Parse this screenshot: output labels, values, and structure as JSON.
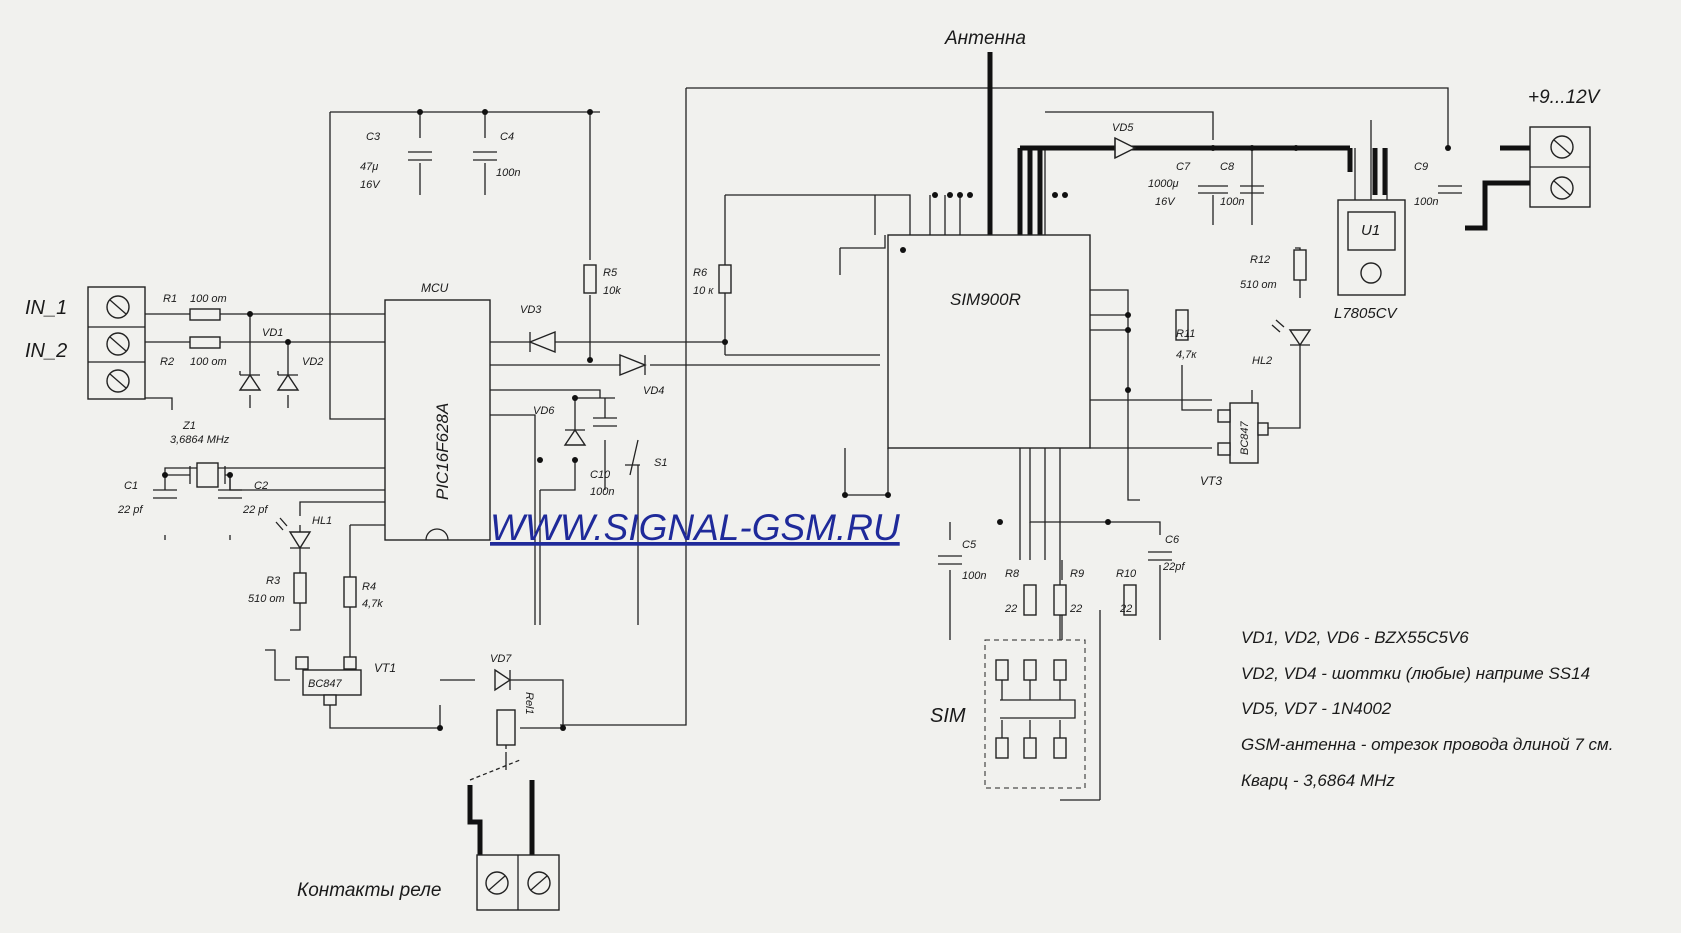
{
  "title_antenna": "Антенна",
  "power_label": "+9...12V",
  "inputs": {
    "in1": "IN_1",
    "in2": "IN_2"
  },
  "relay_contacts_label": "Контакты реле",
  "sim_label": "SIM",
  "website": "WWW.SIGNAL-GSM.RU",
  "mcu": {
    "title": "MCU",
    "part": "PIC16F628A"
  },
  "gsm_module": "SIM900R",
  "regulator": {
    "ref": "U1",
    "part": "L7805CV"
  },
  "components": {
    "R1": "R1",
    "R1v": "100 om",
    "R2": "R2",
    "R2v": "100 om",
    "VD1": "VD1",
    "VD2": "VD2",
    "VD3": "VD3",
    "VD4": "VD4",
    "VD5": "VD5",
    "VD6": "VD6",
    "VD7": "VD7",
    "R3": "R3",
    "R3v": "510 om",
    "R4": "R4",
    "R4v": "4,7k",
    "R5": "R5",
    "R5v": "10k",
    "R6": "R6",
    "R6v": "10 к",
    "R8": "R8",
    "R8v": "22",
    "R9": "R9",
    "R9v": "22",
    "R10": "R10",
    "R10v": "22",
    "R11": "R11",
    "R11v": "4,7к",
    "R12": "R12",
    "R12v": "510 om",
    "C1": "C1",
    "C1v": "22 pf",
    "C2": "C2",
    "C2v": "22 pf",
    "C3": "C3",
    "C3v1": "47μ",
    "C3v2": "16V",
    "C4": "C4",
    "C4v": "100n",
    "C5": "C5",
    "C5v": "100n",
    "C6": "C6",
    "C6v": "22pf",
    "C7": "C7",
    "C7v1": "1000μ",
    "C7v2": "16V",
    "C8": "C8",
    "C8v": "100n",
    "C9": "C9",
    "C9v": "100n",
    "C10": "C10",
    "C10v": "100n",
    "Z1": "Z1",
    "Z1v": "3,6864 MHz",
    "HL1": "HL1",
    "HL2": "HL2",
    "S1": "S1",
    "VT1": "VT1",
    "VT1p": "BC847",
    "VT3": "VT3",
    "VT3p": "BC847",
    "Rel1": "Rel1"
  },
  "notes": [
    "VD1, VD2, VD6 - BZX55C5V6",
    "VD2, VD4 - шоттки (любые) наприме SS14",
    "VD5, VD7 - 1N4002",
    "GSM-антенна - отрезок провода длиной 7 см.",
    " Кварц - 3,6864 MHz"
  ],
  "colors": {
    "led_hl1": "#c0202a",
    "led_hl2": "#2a3fb0",
    "website": "#1f2a9a"
  }
}
